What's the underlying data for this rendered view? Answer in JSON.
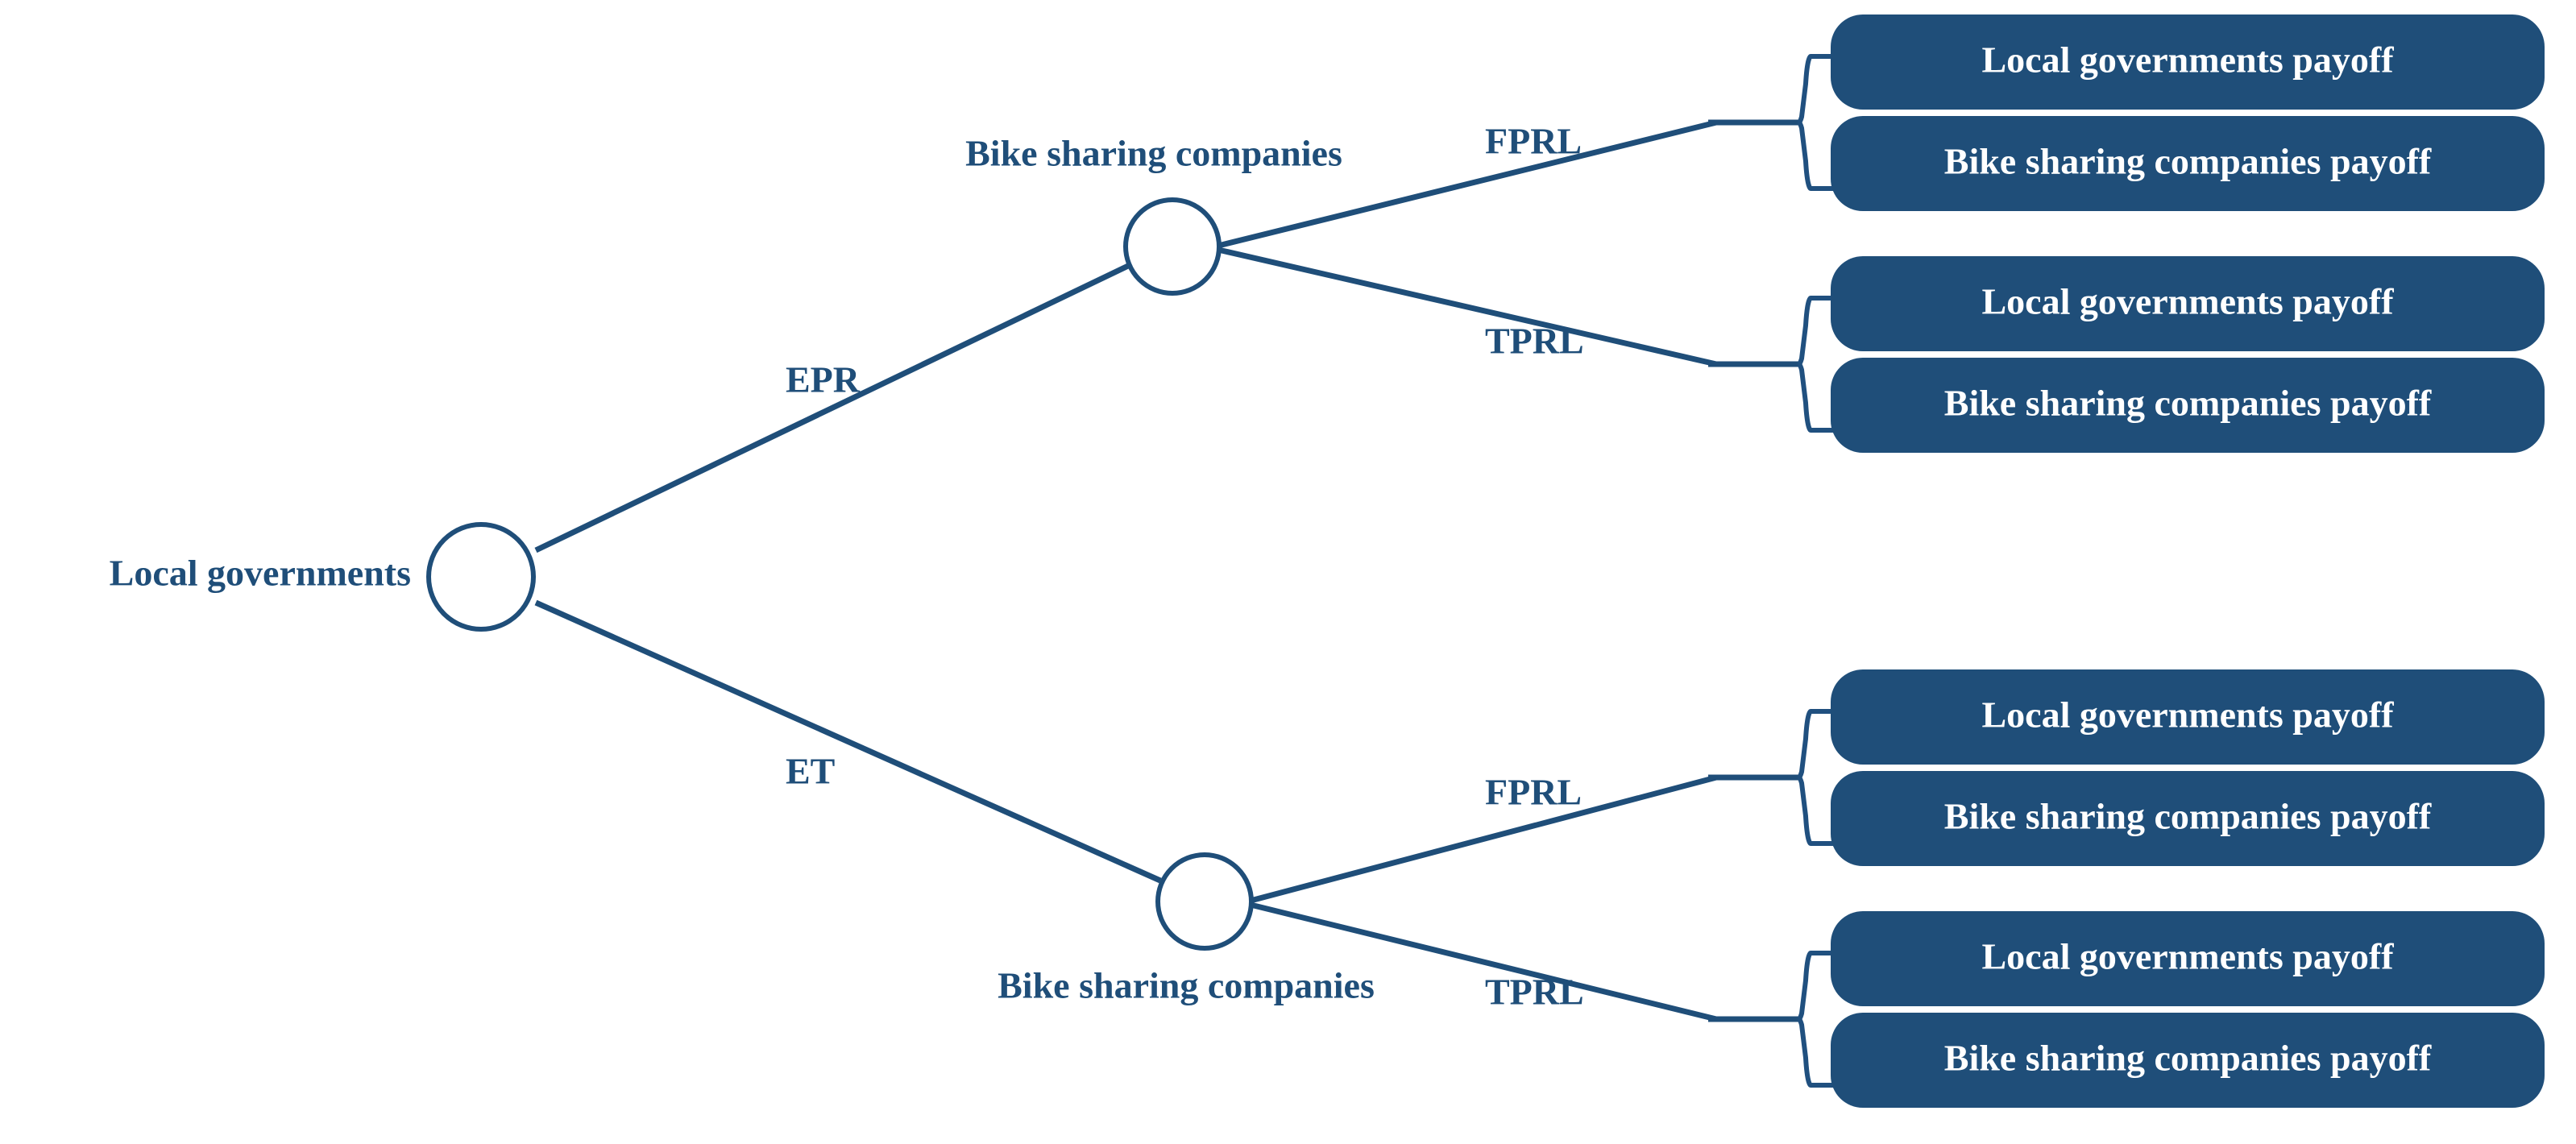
{
  "diagram": {
    "title": "Sequential game tree: Local governments vs Bike sharing companies",
    "colors": {
      "line": "#1F4E79",
      "box_fill": "#1F4E79",
      "box_text": "#FFFFFF",
      "label_text": "#1F4E79",
      "node_fill": "#FFFFFF",
      "background": "#FFFFFF"
    },
    "players": {
      "root": "Local governments",
      "second": "Bike sharing companies"
    },
    "nodes": [
      {
        "id": "root",
        "player_label": "Local governments",
        "label_position": "left"
      },
      {
        "id": "upper",
        "player_label": "Bike sharing companies",
        "label_position": "above"
      },
      {
        "id": "lower",
        "player_label": "Bike sharing companies",
        "label_position": "below"
      }
    ],
    "edges": [
      {
        "id": "root-upper",
        "label": "EPR",
        "from": "root",
        "to": "upper"
      },
      {
        "id": "root-lower",
        "label": "ET",
        "from": "root",
        "to": "lower"
      },
      {
        "id": "upper-fprl",
        "label": "FPRL",
        "from": "upper",
        "to": "outcome-1"
      },
      {
        "id": "upper-tprl",
        "label": "TPRL",
        "from": "upper",
        "to": "outcome-2"
      },
      {
        "id": "lower-fprl",
        "label": "FPRL",
        "from": "lower",
        "to": "outcome-3"
      },
      {
        "id": "lower-tprl",
        "label": "TPRL",
        "from": "lower",
        "to": "outcome-4"
      }
    ],
    "outcomes": [
      {
        "id": "outcome-1",
        "path": [
          "EPR",
          "FPRL"
        ],
        "payoffs": [
          "Local governments payoff",
          "Bike sharing companies payoff"
        ]
      },
      {
        "id": "outcome-2",
        "path": [
          "EPR",
          "TPRL"
        ],
        "payoffs": [
          "Local governments payoff",
          "Bike sharing companies payoff"
        ]
      },
      {
        "id": "outcome-3",
        "path": [
          "ET",
          "FPRL"
        ],
        "payoffs": [
          "Local governments payoff",
          "Bike sharing companies payoff"
        ]
      },
      {
        "id": "outcome-4",
        "path": [
          "ET",
          "TPRL"
        ],
        "payoffs": [
          "Local governments payoff",
          "Bike sharing companies payoff"
        ]
      }
    ]
  }
}
